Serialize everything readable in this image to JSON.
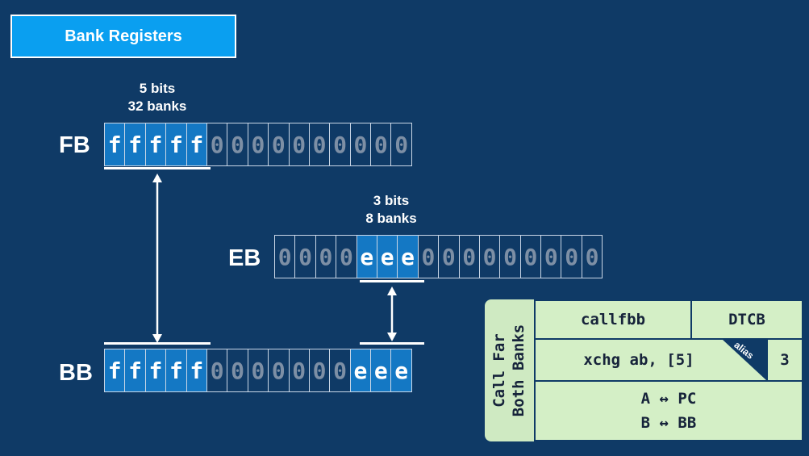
{
  "title": "Bank Registers",
  "fb": {
    "name": "FB",
    "annotation_line1": "5 bits",
    "annotation_line2": "32 banks",
    "cells": [
      "f",
      "f",
      "f",
      "f",
      "f",
      "0",
      "0",
      "0",
      "0",
      "0",
      "0",
      "0",
      "0",
      "0",
      "0"
    ]
  },
  "eb": {
    "name": "EB",
    "annotation_line1": "3 bits",
    "annotation_line2": "8 banks",
    "cells": [
      "0",
      "0",
      "0",
      "0",
      "e",
      "e",
      "e",
      "0",
      "0",
      "0",
      "0",
      "0",
      "0",
      "0",
      "0",
      "0"
    ]
  },
  "bb": {
    "name": "BB",
    "cells": [
      "f",
      "f",
      "f",
      "f",
      "f",
      "0",
      "0",
      "0",
      "0",
      "0",
      "0",
      "0",
      "e",
      "e",
      "e"
    ]
  },
  "panel": {
    "side_label_line1": "Call Far",
    "side_label_line2": "Both Banks",
    "instruction": "callfbb",
    "mnemonic": "DTCB",
    "xchg": "xchg ab, [5]",
    "alias_tag": "alias",
    "cycles": "3",
    "swap1": "A ↔ PC",
    "swap2": "B ↔ BB"
  },
  "colors": {
    "background": "#0f3a66",
    "bit_highlight": "#1478c4",
    "title_box": "#0a9ff0",
    "panel": "#cfeac2",
    "alias_tag": "#0f3a66"
  }
}
